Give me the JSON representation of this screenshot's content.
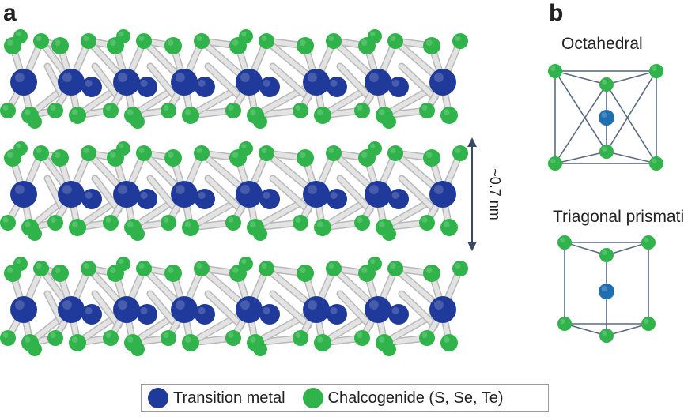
{
  "panels": {
    "a": "a",
    "b": "b"
  },
  "structures": {
    "octahedral": "Octahedral",
    "trigonal_prismatic": "Triagonal prismatic"
  },
  "spacing": {
    "label": "~0.7 nm"
  },
  "legend": {
    "transition_metal": "Transition metal",
    "chalcogenide": "Chalcogenide (S, Se, Te)"
  },
  "colors": {
    "transition_metal": "#1f3a9a",
    "chalcogenide": "#2fb34a",
    "bond": "#e3e3e3",
    "cell_line": "#5a6a80",
    "arrow": "#3a4a62"
  }
}
